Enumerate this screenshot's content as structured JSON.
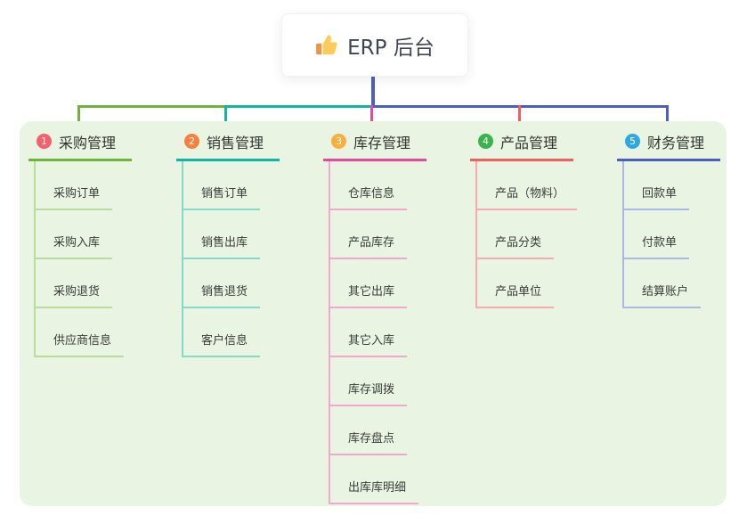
{
  "root": {
    "title": "ERP 后台",
    "icon": "thumbs-up-icon"
  },
  "panel_color": "#e9f5e2",
  "branches": [
    {
      "index": "1",
      "label": "采购管理",
      "line_color": "#6db33c",
      "light_line_color": "#b8dc9c",
      "badge_color": "#f4606c",
      "children": [
        "采购订单",
        "采购入库",
        "采购退货",
        "供应商信息"
      ]
    },
    {
      "index": "2",
      "label": "销售管理",
      "line_color": "#12b5a5",
      "light_line_color": "#85d8cc",
      "badge_color": "#f6813c",
      "children": [
        "销售订单",
        "销售出库",
        "销售退货",
        "客户信息"
      ]
    },
    {
      "index": "3",
      "label": "库存管理",
      "line_color": "#e8479d",
      "light_line_color": "#f3a6d1",
      "badge_color": "#f9ae3d",
      "children": [
        "仓库信息",
        "产品库存",
        "其它出库",
        "其它入库",
        "库存调拨",
        "库存盘点",
        "出库库明细"
      ]
    },
    {
      "index": "4",
      "label": "产品管理",
      "line_color": "#f15e5e",
      "light_line_color": "#f8abae",
      "badge_color": "#37b54a",
      "children": [
        "产品（物料）",
        "产品分类",
        "产品单位"
      ]
    },
    {
      "index": "5",
      "label": "财务管理",
      "line_color": "#4a5ec4",
      "light_line_color": "#a9b8e8",
      "badge_color": "#2fa8e1",
      "children": [
        "回款单",
        "付款单",
        "结算账户"
      ]
    }
  ]
}
